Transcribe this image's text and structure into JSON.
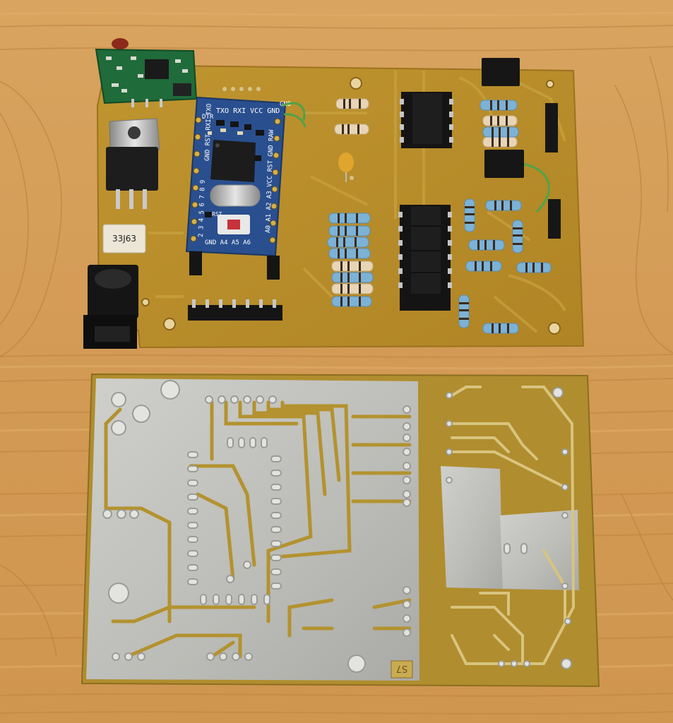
{
  "photo": {
    "colors": {
      "wood": "#d9a35e",
      "wood_grain": "#c48a45",
      "pcb_substrate": "#b58a2a",
      "pcb_copper_etched": "#bfc0bc",
      "arduino_blue": "#2a4f8f",
      "rf_module_green": "#1f6b3a"
    },
    "arduino": {
      "top_pins": "TXO RXI VCC GND",
      "dtr_label": "DTR",
      "gnd_label": "GND",
      "left_pins": "GND RST RXI TXO",
      "row_labels": "2 3 4 5 6 7 8 9",
      "right_labels": "A0 A1 A2 A3 VCC RST GND RAW",
      "bottom_labels": "GND A4 A5 A6",
      "reset_label": "RST"
    },
    "capacitor_label": "33J63",
    "bare_board_label": "S7"
  }
}
